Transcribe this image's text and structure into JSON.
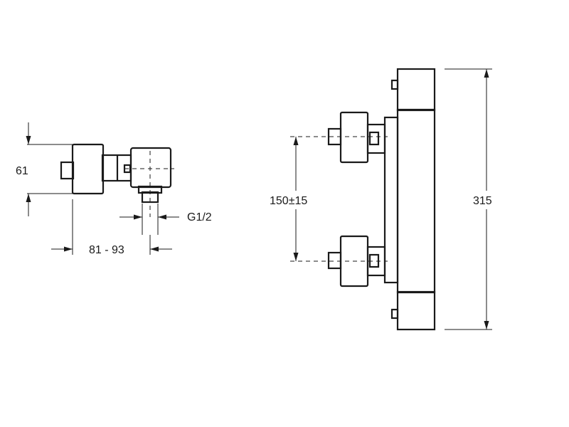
{
  "side_view": {
    "height_label": "61",
    "depth_label": "81 - 93",
    "thread_label": "G1/2"
  },
  "front_view": {
    "spacing_label": "150±15",
    "height_label": "315"
  }
}
